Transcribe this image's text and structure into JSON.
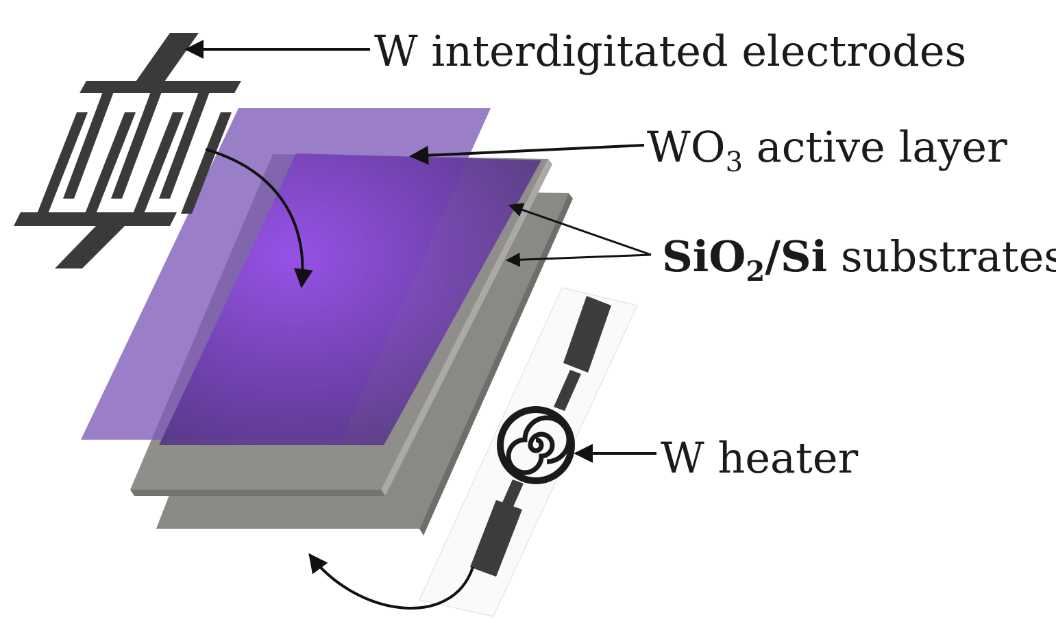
{
  "labels": {
    "electrodes": "W interdigitated electrodes",
    "active_layer_prefix": "WO",
    "active_layer_sub": "3",
    "active_layer_suffix": " active layer",
    "substrates_prefix": "SiO",
    "substrates_sub": "2",
    "substrates_mid": "/Si",
    "substrates_suffix": " substrates",
    "heater": "W heater"
  },
  "colors": {
    "electrode": "#3a3a3a",
    "active_layer": "#8a5cc4",
    "active_layer_core": "#7a3fd6",
    "substrate": "#8c8b88",
    "substrate_edge": "#a6a5a2",
    "heater_pad": "#3c3c3c",
    "arrow": "#111111"
  }
}
